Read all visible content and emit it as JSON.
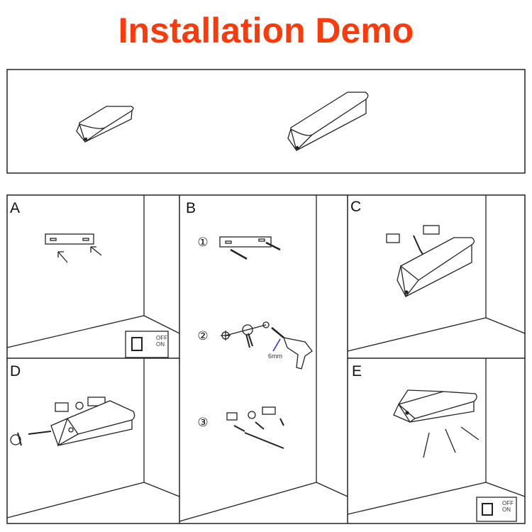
{
  "title": "Installation Demo",
  "panels": {
    "a": "A",
    "b": "B",
    "c": "C",
    "d": "D",
    "e": "E"
  },
  "steps": [
    "①",
    "②",
    "③"
  ],
  "switch": {
    "off": "OFF",
    "on": "ON"
  },
  "drill_size": "6mm",
  "colors": {
    "title": "#ff3a0a",
    "arrow": "#1a2ee0"
  }
}
